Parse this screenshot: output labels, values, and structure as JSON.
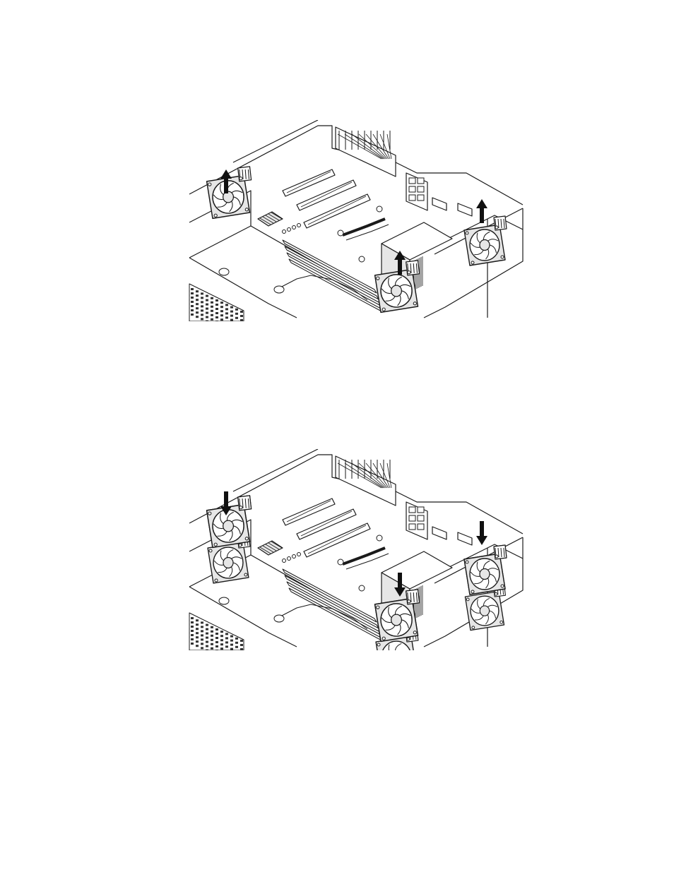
{
  "figures": [
    {
      "id": "remove",
      "fans": 3,
      "arrow_direction": "up",
      "show_lower_fans": false
    },
    {
      "id": "install",
      "fans": 3,
      "arrow_direction": "down",
      "show_lower_fans": true
    }
  ],
  "colors": {
    "line": "#1a1a1a",
    "fan_fill": "#e6e6e6",
    "grille": "#333333",
    "background": "#ffffff"
  }
}
